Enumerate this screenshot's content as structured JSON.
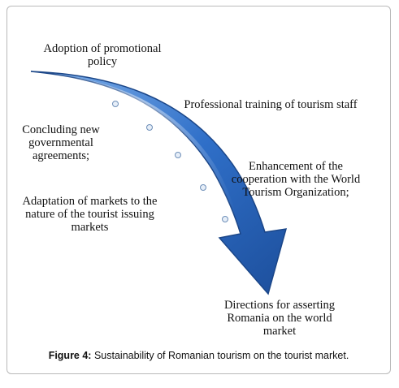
{
  "diagram": {
    "items": [
      "Adoption of promotional policy",
      "Professional training of tourism staff",
      "Concluding new governmental agreements;",
      "Enhancement of the cooperation with the World Tourism Organization;",
      "Adaptation of markets to the nature of the tourist issuing markets"
    ],
    "item_lines": {
      "adoption": [
        "Adoption of promotional",
        "policy"
      ],
      "training": [
        "Professional training of tourism staff"
      ],
      "agreements": [
        "Concluding new",
        "governmental",
        "agreements;"
      ],
      "cooperation": [
        "Enhancement of the",
        "cooperation with the World",
        "Tourism Organization;"
      ],
      "adaptation": [
        "Adaptation of markets to the",
        "nature of the tourist issuing",
        "markets"
      ]
    },
    "target_lines": [
      "Directions for asserting",
      "Romania on the world",
      "market"
    ],
    "arrow_color": "#2f6fc8"
  },
  "caption": {
    "label": "Figure 4:",
    "text": " Sustainability of Romanian tourism on the tourist market."
  }
}
